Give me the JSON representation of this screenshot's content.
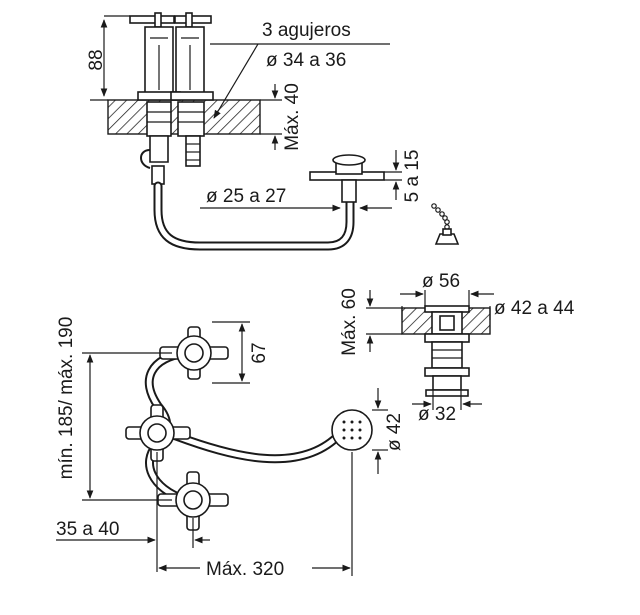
{
  "labels": {
    "holes": "3 agujeros",
    "hole_diameter": "ø 34 a 36",
    "height_88": "88",
    "max_40": "Máx. 40",
    "hose_diameter": "ø 25 a 27",
    "range_5_15": "5 a 15",
    "drain_diameter": "ø 56",
    "max_60": "Máx. 60",
    "drain_hole": "ø 42 a 44",
    "drain_base": "ø 32",
    "spacing_67": "67",
    "min_max_190": "mín. 185/ máx. 190",
    "spacing_35_40": "35 a 40",
    "shower_diameter": "ø 42",
    "max_320": "Máx. 320"
  }
}
